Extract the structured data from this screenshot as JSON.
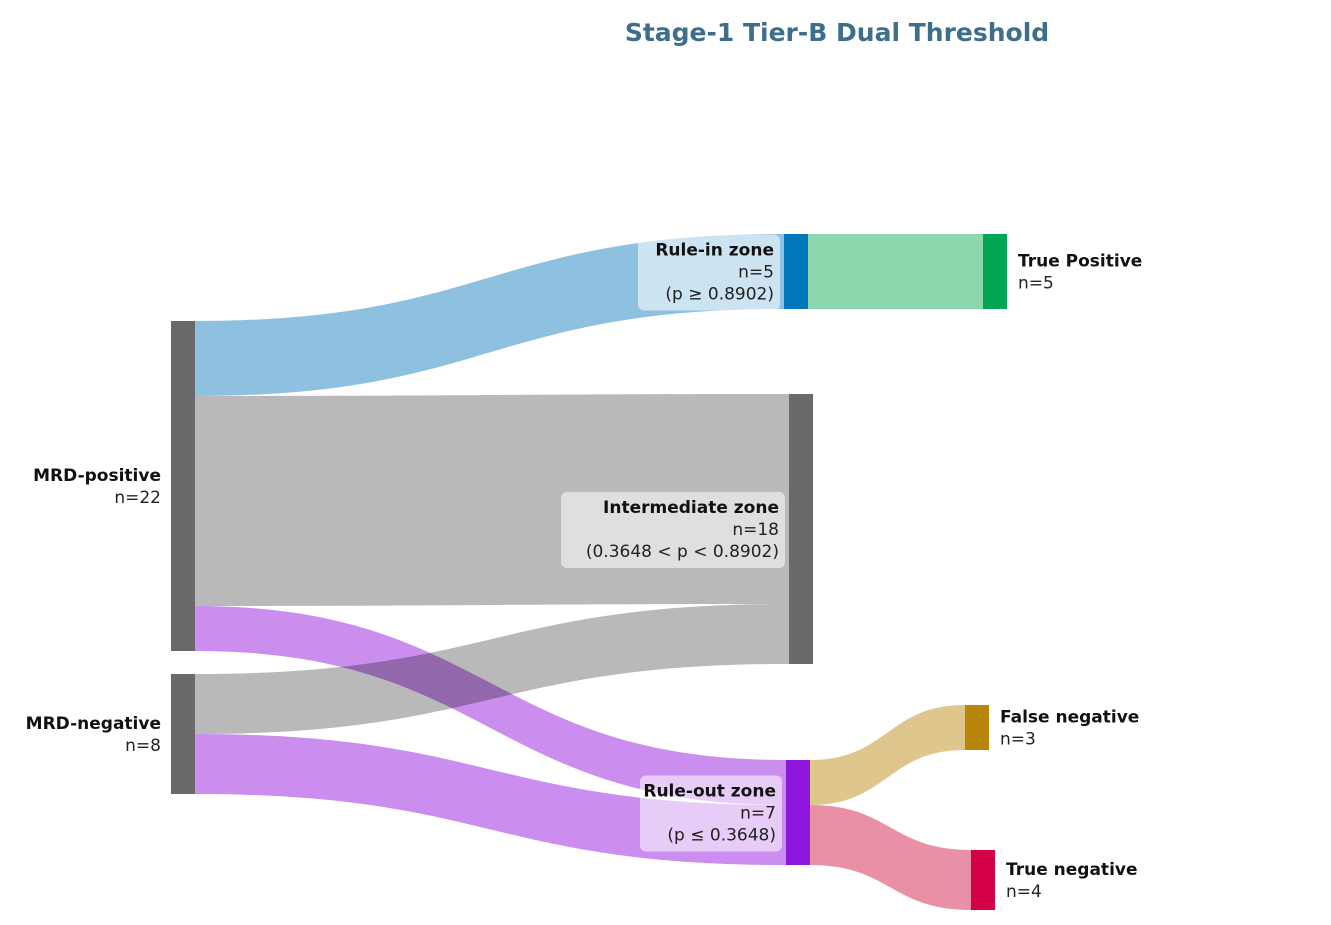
{
  "title": "Stage-1 Tier-B Dual Threshold",
  "colors": {
    "title": "#3d6e8a",
    "node_gray": "#696969",
    "rule_in": "#0077bb",
    "rule_out": "#8e16dd",
    "true_positive": "#00a651",
    "false_negative": "#b8860b",
    "true_negative": "#d40045",
    "link_blue": "#8ec0e0",
    "link_gray": "#b9b9b9",
    "link_purple": "#cb8eee",
    "link_green": "#8dd6ae",
    "link_gold": "#dfc68c",
    "link_pink": "#e98fa6"
  },
  "chart_data": {
    "type": "sankey",
    "nodes": [
      {
        "id": "mrd_pos",
        "name": "MRD-positive",
        "count_label": "n=22",
        "value": 22
      },
      {
        "id": "mrd_neg",
        "name": "MRD-negative",
        "count_label": "n=8",
        "value": 8
      },
      {
        "id": "rule_in",
        "name": "Rule-in zone",
        "count_label": "n=5",
        "range_label": "(p ≥ 0.8902)",
        "value": 5
      },
      {
        "id": "intermediate",
        "name": "Intermediate zone",
        "count_label": "n=18",
        "range_label": "(0.3648 < p < 0.8902)",
        "value": 18
      },
      {
        "id": "rule_out",
        "name": "Rule-out zone",
        "count_label": "n=7",
        "range_label": "(p ≤ 0.3648)",
        "value": 7
      },
      {
        "id": "tp",
        "name": "True Positive",
        "count_label": "n=5",
        "value": 5
      },
      {
        "id": "fn",
        "name": "False negative",
        "count_label": "n=3",
        "value": 3
      },
      {
        "id": "tn",
        "name": "True negative",
        "count_label": "n=4",
        "value": 4
      }
    ],
    "links": [
      {
        "source": "mrd_pos",
        "target": "rule_in",
        "value": 5
      },
      {
        "source": "mrd_pos",
        "target": "intermediate",
        "value": 14
      },
      {
        "source": "mrd_pos",
        "target": "rule_out",
        "value": 3
      },
      {
        "source": "mrd_neg",
        "target": "intermediate",
        "value": 4
      },
      {
        "source": "mrd_neg",
        "target": "rule_out",
        "value": 4
      },
      {
        "source": "rule_in",
        "target": "tp",
        "value": 5
      },
      {
        "source": "rule_out",
        "target": "fn",
        "value": 3
      },
      {
        "source": "rule_out",
        "target": "tn",
        "value": 4
      }
    ]
  }
}
